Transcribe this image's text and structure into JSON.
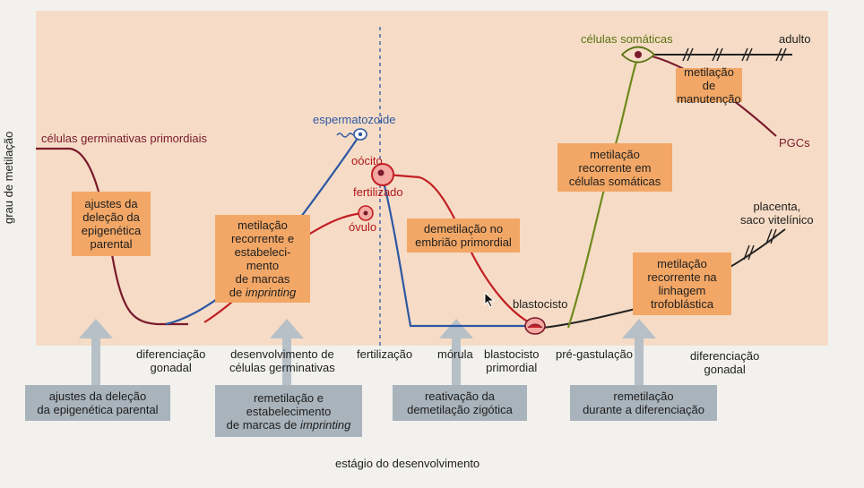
{
  "y_axis_label": "grau de metilação",
  "x_axis_label": "estágio do desenvolvimento",
  "stages": [
    {
      "id": "diferenciacao-gonadal-1",
      "lines": [
        "diferenciação",
        "gonadal"
      ]
    },
    {
      "id": "desenvolvimento-celulas-germinativas",
      "lines": [
        "desenvolvimento de",
        "células germinativas"
      ]
    },
    {
      "id": "fertilizacao",
      "lines": [
        "fertilização"
      ]
    },
    {
      "id": "morula",
      "lines": [
        "mórula"
      ]
    },
    {
      "id": "blastocisto-primordial",
      "lines": [
        "blastocisto",
        "primordial"
      ]
    },
    {
      "id": "pre-gastulacao",
      "lines": [
        "pré-gastulação"
      ]
    },
    {
      "id": "diferenciacao-gonadal-2",
      "lines": [
        "diferenciação",
        "gonadal"
      ]
    }
  ],
  "curve_labels": {
    "celulas_germinativas": "células germinativas primordiais",
    "espermatozoide": "espermatozoide",
    "oocito_1": "oócito",
    "oocito_2": "fertilizado",
    "ovulo": "óvulo",
    "blastocisto": "blastocisto",
    "celulas_somaticas": "células somáticas",
    "adulto": "adulto",
    "pgcs": "PGCs",
    "placenta_1": "placenta,",
    "placenta_2": "saco vitelínico"
  },
  "process_boxes": [
    {
      "id": "ajustes-delecao",
      "lines": [
        "ajustes da",
        "deleção da",
        "epigenética",
        "parental"
      ]
    },
    {
      "id": "metilacao-recorrente-imprinting",
      "lines": [
        "metilação",
        "recorrente e",
        "estabeleci-",
        "mento",
        "de marcas"
      ],
      "italic_prefix": "de ",
      "italic_word": "imprinting"
    },
    {
      "id": "demetilacao-embriao",
      "lines": [
        "demetilação no",
        "embrião primordial"
      ]
    },
    {
      "id": "metilacao-somaticas",
      "lines": [
        "metilação",
        "recorrente em",
        "células somáticas"
      ]
    },
    {
      "id": "metilacao-manutencao",
      "lines": [
        "metilação de",
        "manutenção"
      ]
    },
    {
      "id": "metilacao-trofoblastica",
      "lines": [
        "metilação",
        "recorrente na",
        "linhagem",
        "trofoblástica"
      ]
    }
  ],
  "mechanism_boxes": [
    {
      "id": "ajustes-delecao-parental",
      "lines": [
        "ajustes da deleção",
        "da epigenética parental"
      ]
    },
    {
      "id": "remetilacao-imprinting",
      "lines": [
        "remetilação e",
        "estabelecimento"
      ],
      "line3_prefix": "de marcas de ",
      "line3_italic": "imprinting"
    },
    {
      "id": "reativacao-demetilacao",
      "lines": [
        "reativação da",
        "demetilação zigótica"
      ]
    },
    {
      "id": "remetilacao-diferenciacao",
      "lines": [
        "remetilação",
        "durante a diferenciação"
      ]
    }
  ],
  "colors": {
    "chart_bg": "#f6dcc6",
    "maroon": "#7a1a2c",
    "red": "#c21f24",
    "blue": "#2d58a3",
    "green": "#6f8a1e",
    "black": "#222222",
    "orange_box": "#f2a766",
    "grey_box": "#a9b3bb",
    "arrow_grey": "#b7c0c7"
  }
}
